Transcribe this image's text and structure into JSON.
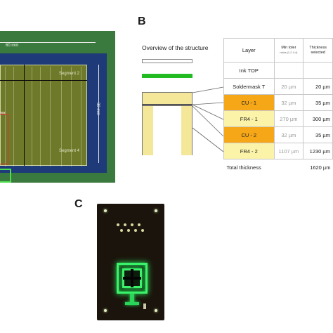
{
  "panels": {
    "a": {
      "dimension_width": "60 mm",
      "dimension_height": "30 mm",
      "segment_top": "Segment 2",
      "segment_bottom": "Segment 4",
      "highlight_tag": "res",
      "colors": {
        "board": "#6e7a2a",
        "frame": "#1e3a78",
        "background": "#3b7a3e"
      }
    },
    "b": {
      "letter": "B",
      "overview_title": "Overview of the structure",
      "table": {
        "headers": {
          "layer": "Layer",
          "min_toler": "Min toler",
          "min_toler_sub": "notes (1-2-3-4)",
          "thickness": "Thickness selected"
        },
        "rows": [
          {
            "layer": "Ink TOP",
            "min": "",
            "thickness": "",
            "kind": "plain"
          },
          {
            "layer": "Soldermask T",
            "min": "20 µm",
            "thickness": "20 µm",
            "kind": "plain"
          },
          {
            "layer": "CU - 1",
            "min": "32 µm",
            "thickness": "35 µm",
            "kind": "cu"
          },
          {
            "layer": "FR4 - 1",
            "min": "270 µm",
            "thickness": "300 µm",
            "kind": "fr4"
          },
          {
            "layer": "CU - 2",
            "min": "32 µm",
            "thickness": "35 µm",
            "kind": "cu"
          },
          {
            "layer": "FR4 - 2",
            "min": "1107 µm",
            "thickness": "1230 µm",
            "kind": "fr4"
          }
        ],
        "total_label": "Total thickness",
        "total_value": "1620 µm"
      },
      "colors": {
        "cu": "#f5a718",
        "fr4": "#fbf3a8",
        "soldermask": "#22bb22"
      }
    },
    "c": {
      "letter": "C",
      "colors": {
        "glow": "#3cf26a",
        "board": "#1b140c"
      }
    }
  }
}
